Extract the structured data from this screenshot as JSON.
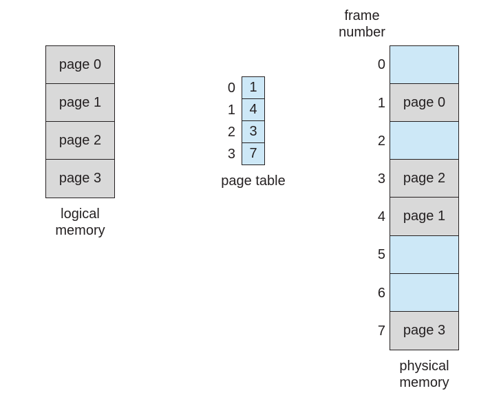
{
  "logical_memory": {
    "pages": [
      "page 0",
      "page 1",
      "page 2",
      "page 3"
    ],
    "caption_line1": "logical",
    "caption_line2": "memory"
  },
  "page_table": {
    "indices": [
      "0",
      "1",
      "2",
      "3"
    ],
    "frames": [
      "1",
      "4",
      "3",
      "7"
    ],
    "caption": "page table"
  },
  "physical_memory": {
    "header_line1": "frame",
    "header_line2": "number",
    "frame_numbers": [
      "0",
      "1",
      "2",
      "3",
      "4",
      "5",
      "6",
      "7"
    ],
    "frames": [
      "",
      "page 0",
      "",
      "page 2",
      "page 1",
      "",
      "",
      "page 3"
    ],
    "caption_line1": "physical",
    "caption_line2": "memory"
  },
  "colors": {
    "occupied": "#d9d9d9",
    "free": "#cde8f7",
    "border": "#231f20"
  }
}
